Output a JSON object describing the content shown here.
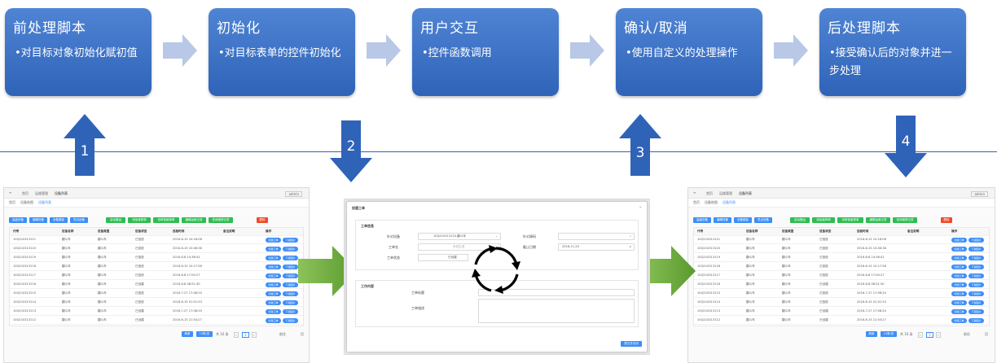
{
  "steps": [
    {
      "title": "前处理脚本",
      "desc": "•对目标对象初始化赋初值"
    },
    {
      "title": "初始化",
      "desc": "•对目标表单的控件初始化"
    },
    {
      "title": "用户交互",
      "desc": "•控件函数调用"
    },
    {
      "title": "确认/取消",
      "desc": "•使用自定义的处理操作"
    },
    {
      "title": "后处理脚本",
      "desc": "•接受确认后的对象并进一步处理"
    }
  ],
  "markers": [
    "1",
    "2",
    "3",
    "4"
  ],
  "colors": {
    "step": "#2f63b8",
    "marker": "#2f63b8",
    "flow_arrow": "#6aaa3a",
    "chevron": "#b7c7e5"
  },
  "list_screen": {
    "breadcrumb": [
      "首页",
      "运维管理",
      "设备列表"
    ],
    "user": "admin",
    "tabs": [
      "首页",
      "设备地图",
      "设备列表"
    ],
    "toolbar_left": [
      "高级设备",
      "编辑设备",
      "设备模板",
      "导出设备"
    ],
    "toolbar_mid": [
      "启动搬运",
      "添加维修单",
      "待审批维修单",
      "编辑运维记录",
      "查询维修记录"
    ],
    "toolbar_del": "删除",
    "columns": [
      "代号",
      "设备名称",
      "设备类型",
      "设备状态",
      "巡检时间",
      "备注说明",
      "操作"
    ],
    "rows": [
      [
        "10Q210313121",
        "翻斗车",
        "翻斗车",
        "已投放",
        "2016-6-15 10:18:06"
      ],
      [
        "10Q210313120",
        "翻斗车",
        "翻斗车",
        "已投放",
        "2016-6-15 10:46:38"
      ],
      [
        "10Q210313119",
        "翻斗车",
        "翻斗车",
        "已投放",
        "2016-6-8 14:36:41"
      ],
      [
        "10Q210313118",
        "翻斗车",
        "翻斗车",
        "已投放",
        "2016-6-15 10:17:56"
      ],
      [
        "10Q210313117",
        "翻斗车",
        "翻斗车",
        "已投放",
        "2016-6-8 17:00:27"
      ],
      [
        "10Q210313116",
        "翻斗车",
        "翻斗车",
        "已创建",
        "2016-6-8 08:51:30"
      ],
      [
        "10Q210313115",
        "翻斗车",
        "翻斗车",
        "已投放",
        "2016-7-27 17:08:20"
      ],
      [
        "10Q210313114",
        "翻斗车",
        "翻斗车",
        "已投放",
        "2016-6-15 01:51:53"
      ],
      [
        "10Q210313113",
        "翻斗车",
        "翻斗车",
        "已创建",
        "2016-7-27 17:08:20"
      ],
      [
        "10Q210313112",
        "翻斗车",
        "翻斗车",
        "已创建",
        "2016-6-15 21:54:27"
      ]
    ],
    "row_actions": [
      "创建工单",
      "下载图片"
    ],
    "pager": {
      "prev_btn": "刷新",
      "size": "10条/页",
      "total": "共 16 条",
      "page": "1",
      "goto": "前往",
      "page_label": "页"
    }
  },
  "dialog": {
    "title": "创建工单",
    "section1": "工单信息",
    "section2": "工作内容",
    "labels": {
      "device": "针对设备",
      "name": "工单名",
      "status": "工单状态",
      "target": "针对源码",
      "deadline": "截止日期",
      "content_title": "工单标题",
      "content_desc": "工单描述"
    },
    "values": {
      "device": "10Q210313120-翻斗车",
      "name_placeholder": "系统生成",
      "status": "已创建",
      "deadline": "2016-11-20"
    },
    "submit": "提交并关闭"
  }
}
